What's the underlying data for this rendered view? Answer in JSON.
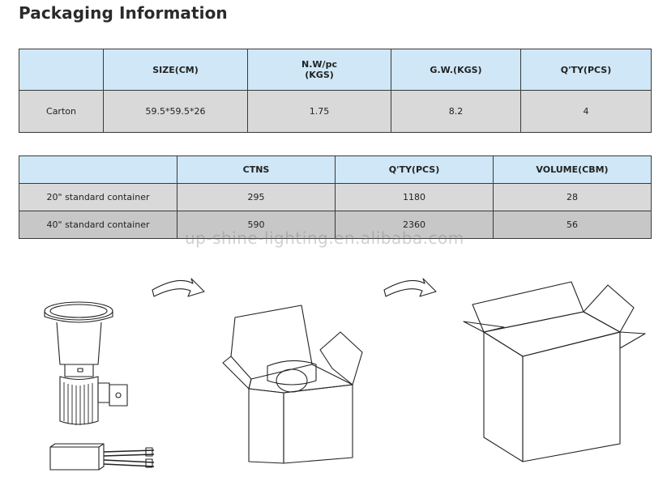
{
  "page": {
    "title": "Packaging Information"
  },
  "table1": {
    "headers": [
      "",
      "SIZE(CM)",
      "N.W/pc\n(KGS)",
      "G.W.(KGS)",
      "Q'TY(PCS)"
    ],
    "rows": [
      [
        "Carton",
        "59.5*59.5*26",
        "1.75",
        "8.2",
        "4"
      ]
    ]
  },
  "table2": {
    "headers": [
      "",
      "CTNS",
      "Q'TY(PCS)",
      "VOLUME(CBM)"
    ],
    "rows": [
      [
        "20\" standard container",
        "295",
        "1180",
        "28"
      ],
      [
        "40\" standard container",
        "590",
        "2360",
        "56"
      ]
    ]
  },
  "watermark": "up-shine-lighting.en.alibaba.com",
  "icons": {
    "product": "downlight-product-icon",
    "driver": "led-driver-icon",
    "arrow": "curved-arrow-icon",
    "open_box": "open-inner-box-icon",
    "carton": "outer-carton-icon"
  }
}
